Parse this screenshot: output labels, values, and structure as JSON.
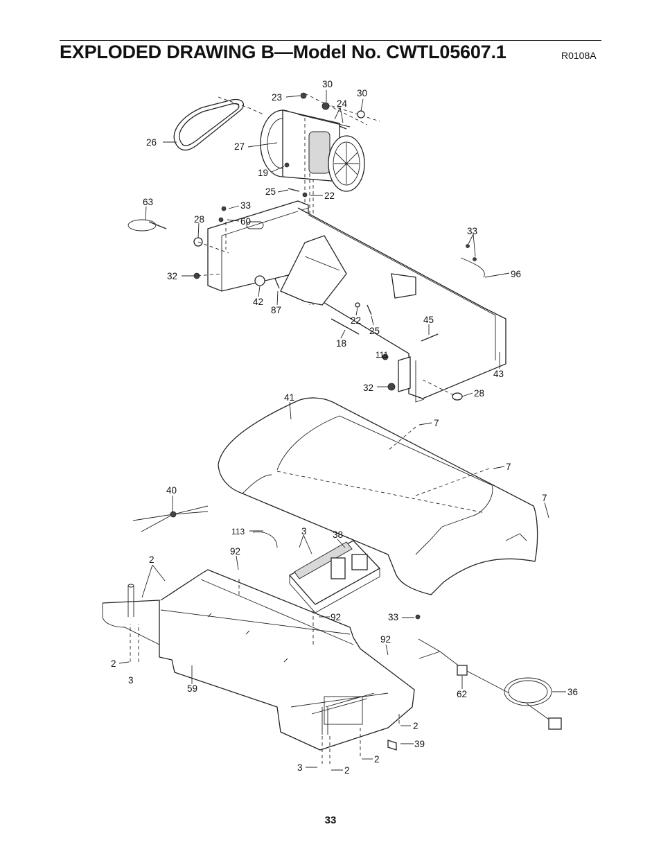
{
  "header": {
    "title": "EXPLODED DRAWING B—Model No. CWTL05607.1",
    "code": "R0108A"
  },
  "footer": {
    "page_number": "33"
  },
  "part_labels": [
    "30",
    "30",
    "23",
    "24",
    "26",
    "27",
    "19",
    "25",
    "22",
    "63",
    "33",
    "28",
    "60",
    "33",
    "96",
    "32",
    "42",
    "87",
    "22",
    "25",
    "18",
    "45",
    "111",
    "43",
    "32",
    "28",
    "41",
    "7",
    "7",
    "7",
    "40",
    "113",
    "3",
    "38",
    "2",
    "92",
    "92",
    "33",
    "92",
    "2",
    "3",
    "59",
    "62",
    "36",
    "2",
    "39",
    "3",
    "2",
    "2"
  ]
}
